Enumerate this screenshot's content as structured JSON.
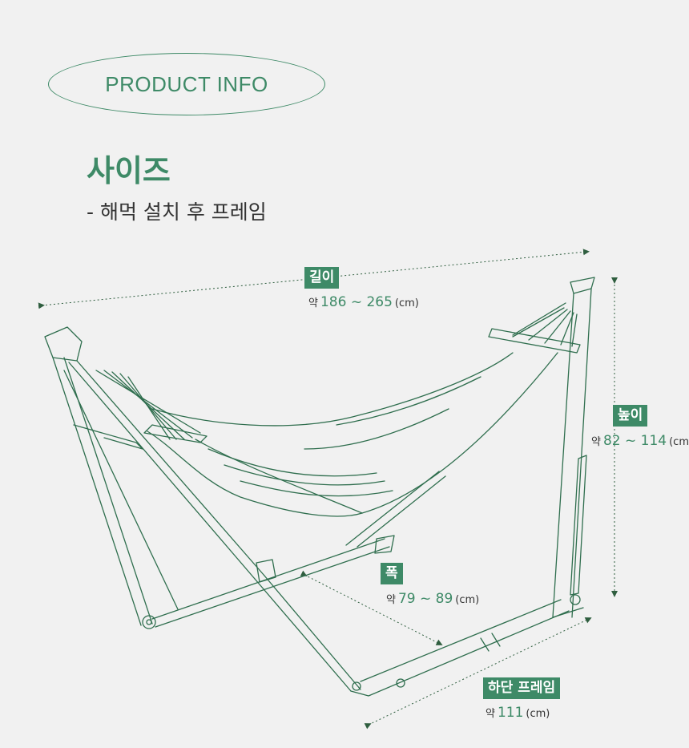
{
  "header": {
    "badge": "PRODUCT INFO",
    "title": "사이즈",
    "subtitle": "- 해먹 설치 후 프레임"
  },
  "dimensions": {
    "length": {
      "label": "길이",
      "prefix": "약",
      "value": "186 ~ 265",
      "unit": "(cm)"
    },
    "height": {
      "label": "높이",
      "prefix": "약",
      "value": "82 ~ 114",
      "unit": "(cm)"
    },
    "width": {
      "label": "폭",
      "prefix": "약",
      "value": "79 ~ 89",
      "unit": "(cm)"
    },
    "base": {
      "label": "하단 프레임",
      "prefix": "약",
      "value": "111",
      "unit": "(cm)"
    }
  },
  "colors": {
    "accent": "#3e8a67",
    "background": "#f1f1f1",
    "text": "#333333"
  }
}
